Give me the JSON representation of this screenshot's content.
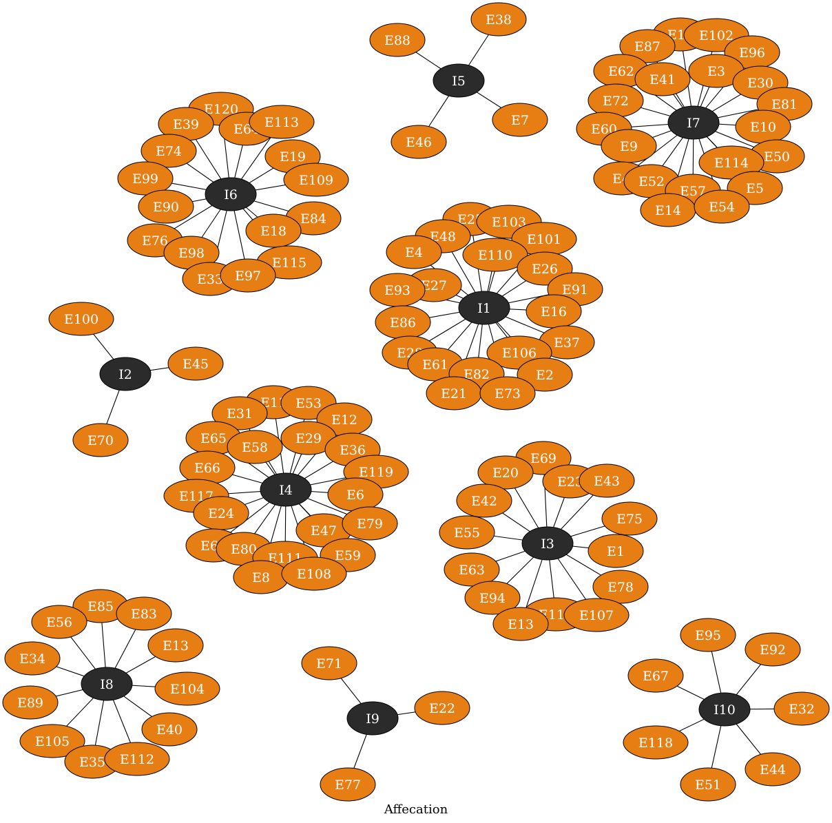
{
  "caption": "Affecation",
  "colors": {
    "employee": "#e67e14",
    "instructor": "#2b2b2b",
    "label": "#ffffff",
    "edge": "#000000"
  },
  "clusters": [
    {
      "hub": "I5",
      "members": [
        "E38",
        "E88",
        "E7",
        "E46"
      ]
    },
    {
      "hub": "I7",
      "members": [
        "E15",
        "E87",
        "E102",
        "E96",
        "E62",
        "E41",
        "E3",
        "E30",
        "E72",
        "E81",
        "E60",
        "E10",
        "E9",
        "E50",
        "E114",
        "E4",
        "E52",
        "E57",
        "E5",
        "E14",
        "E54"
      ]
    },
    {
      "hub": "I6",
      "members": [
        "E120",
        "E39",
        "E64",
        "E113",
        "E74",
        "E19",
        "E99",
        "E109",
        "E90",
        "E84",
        "E18",
        "E76",
        "E98",
        "E115",
        "E33",
        "E97"
      ]
    },
    {
      "hub": "I1",
      "members": [
        "E25",
        "E103",
        "E48",
        "E101",
        "E4",
        "E110",
        "E26",
        "E27",
        "E93",
        "E91",
        "E16",
        "E86",
        "E37",
        "E28",
        "E106",
        "E61",
        "E82",
        "E2",
        "E21",
        "E73"
      ]
    },
    {
      "hub": "I2",
      "members": [
        "E100",
        "E45",
        "E70"
      ]
    },
    {
      "hub": "I4",
      "members": [
        "E11",
        "E53",
        "E31",
        "E12",
        "E65",
        "E29",
        "E58",
        "E36",
        "E66",
        "E119",
        "E117",
        "E6",
        "E24",
        "E47",
        "E79",
        "E68",
        "E80",
        "E59",
        "E111",
        "E8",
        "E108"
      ]
    },
    {
      "hub": "I3",
      "members": [
        "E69",
        "E20",
        "E23",
        "E43",
        "E42",
        "E75",
        "E55",
        "E1",
        "E63",
        "E78",
        "E94",
        "E116",
        "E107",
        "E13"
      ]
    },
    {
      "hub": "I8",
      "members": [
        "E85",
        "E56",
        "E83",
        "E13",
        "E34",
        "E104",
        "E89",
        "E40",
        "E105",
        "E35",
        "E112"
      ]
    },
    {
      "hub": "I9",
      "members": [
        "E71",
        "E22",
        "E77"
      ]
    },
    {
      "hub": "I10",
      "members": [
        "E95",
        "E92",
        "E67",
        "E32",
        "E118",
        "E44",
        "E51"
      ]
    }
  ]
}
